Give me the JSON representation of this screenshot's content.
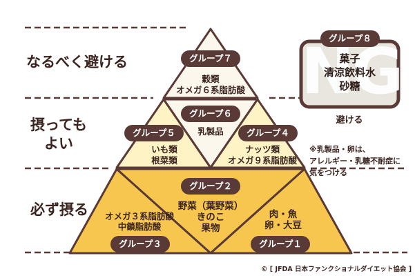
{
  "tiers": {
    "avoid": "なるべく避ける",
    "ok_line1": "摂っても",
    "ok_line2": "よい",
    "must": "必ず摂る"
  },
  "groups": {
    "g7": {
      "label": "グループ７",
      "items": [
        "穀類",
        "オメガ６系脂肪酸"
      ]
    },
    "g6": {
      "label": "グループ６",
      "items": [
        "乳製品"
      ]
    },
    "g5": {
      "label": "グループ５",
      "items": [
        "いも類",
        "根菜類"
      ]
    },
    "g4": {
      "label": "グループ４",
      "items": [
        "ナッツ類",
        "オメガ９系脂肪酸"
      ]
    },
    "g2": {
      "label": "グループ２",
      "items": [
        "野菜（葉野菜）",
        "きのこ",
        "果物"
      ]
    },
    "g3": {
      "label": "グループ３",
      "items": [
        "オメガ３系脂肪酸",
        "中鎖脂肪酸"
      ]
    },
    "g1": {
      "label": "グループ１",
      "items": [
        "肉・魚",
        "卵・大豆"
      ]
    },
    "g8": {
      "label": "グループ８",
      "items": [
        "菓子",
        "清涼飲料水",
        "砂糖"
      ],
      "watermark": "NG",
      "caption": "避ける"
    }
  },
  "note": [
    "※乳製品・卵は、",
    "アレルギー・乳糖不耐症に",
    "気をつける"
  ],
  "copyright": "© [ JFDA 日本ファンクショナルダイエット協会 ]",
  "colors": {
    "line": "#5a3a36",
    "top": "#fbf7ec",
    "middle": "#fdf3c4",
    "bottom": "#f6c64e",
    "ng_bg": "#e9e5df"
  }
}
